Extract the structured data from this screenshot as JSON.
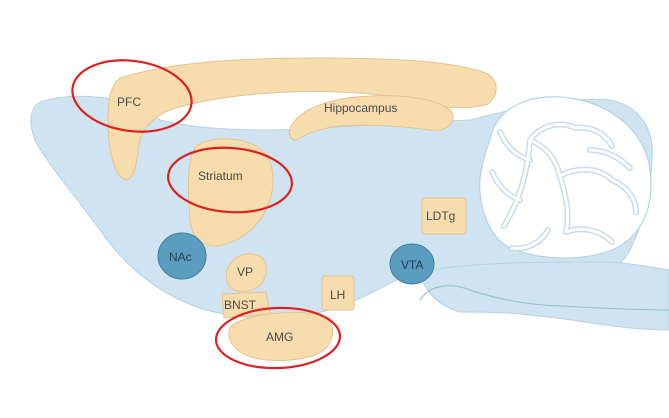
{
  "diagram": {
    "regions": {
      "pfc": "PFC",
      "hippocampus": "Hippocampus",
      "striatum": "Striatum",
      "ldtg": "LDTg",
      "nac": "NAc",
      "vp": "VP",
      "vta": "VTA",
      "bnst": "BNST",
      "lh": "LH",
      "amg": "AMG"
    },
    "highlighted_regions": [
      "PFC",
      "Striatum",
      "AMG"
    ]
  },
  "colors": {
    "brain_body": "#cfe3f0",
    "region_fill": "#f7dcae",
    "region_stroke": "#e3c48f",
    "nucleus_fill": "#5a9dbf",
    "highlight_circle": "#e02020",
    "outline": "#9fc0d6"
  }
}
